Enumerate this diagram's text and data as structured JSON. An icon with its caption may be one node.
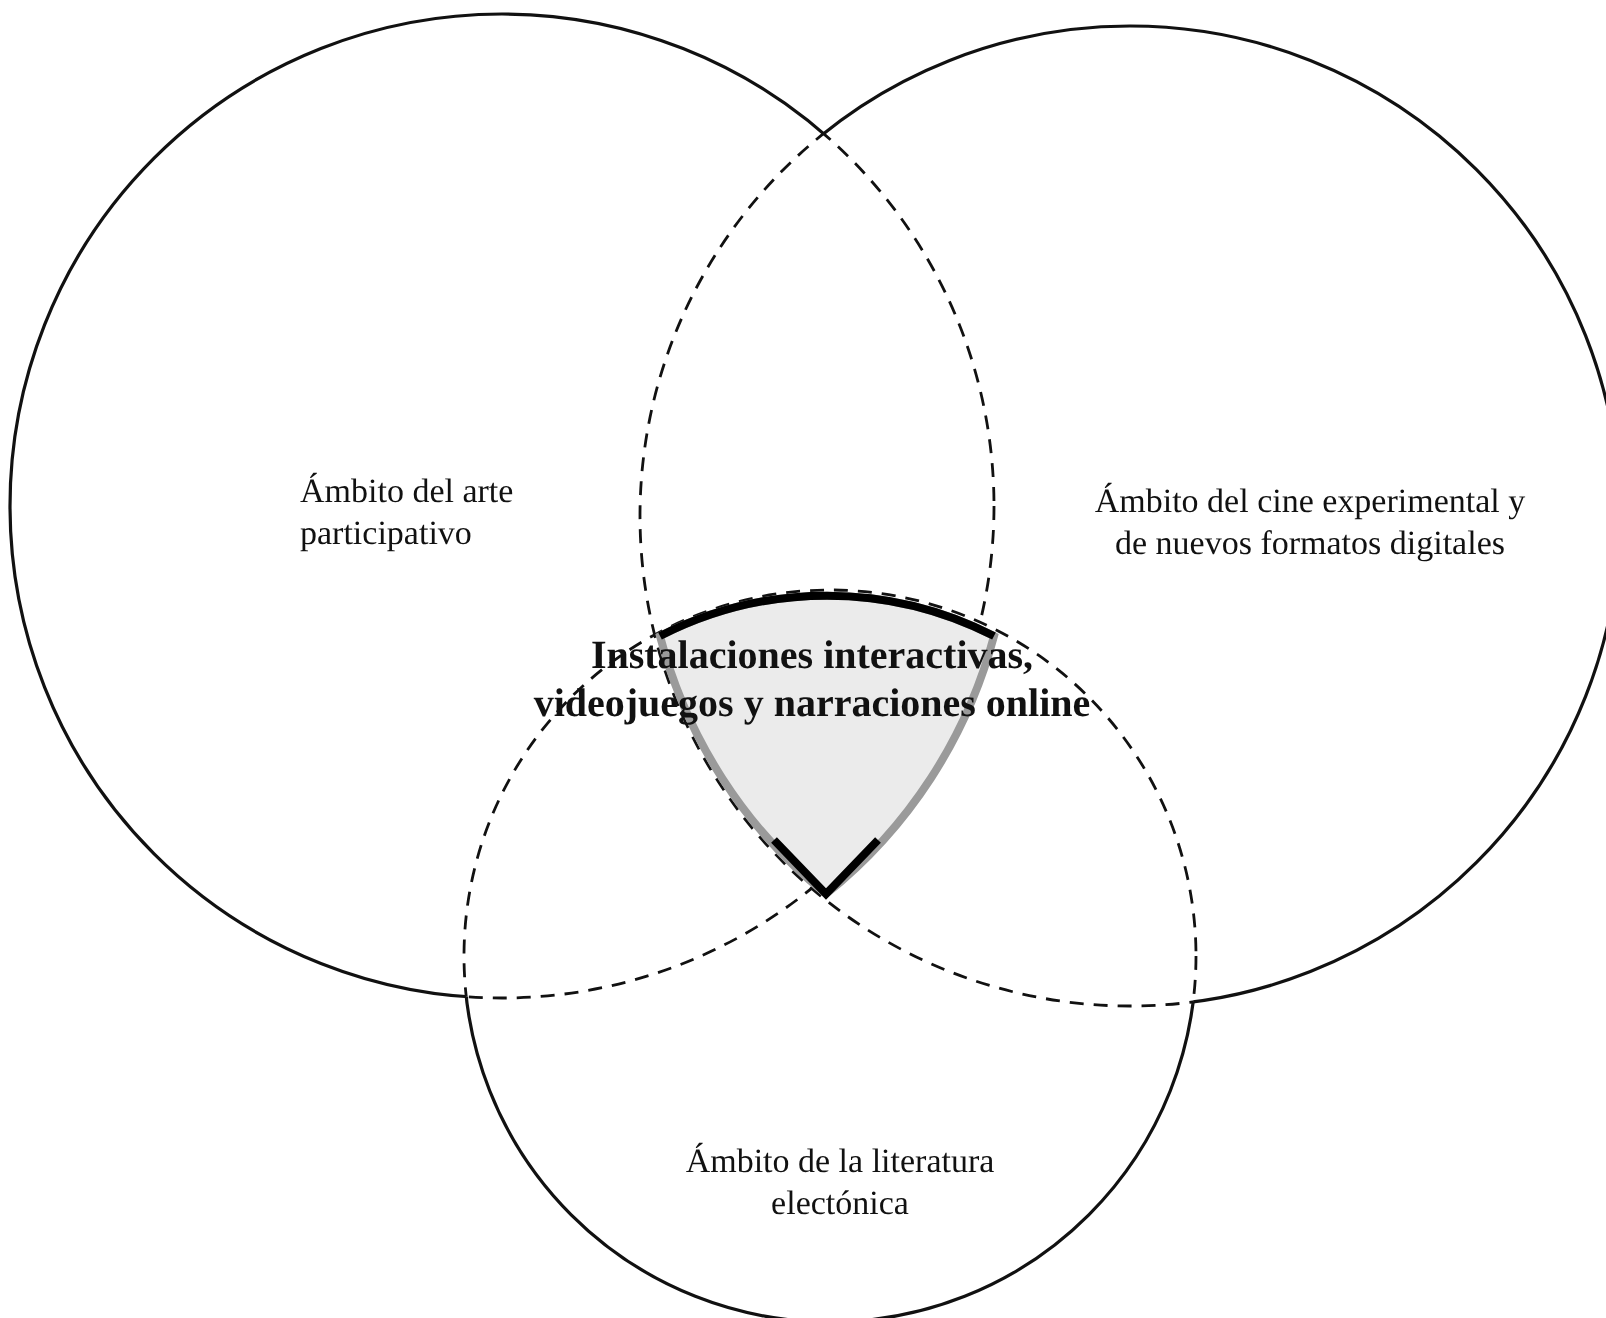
{
  "diagram": {
    "nodes": [
      {
        "text": [
          "Ámbito del arte participativo"
        ]
      },
      {
        "text": [
          "Ámbito del cine experimental y de nuevos formatos digitales"
        ]
      },
      {
        "text": [
          "Ámbito de la literatura electónica"
        ]
      },
      {
        "text": [
          "Instalaciones interactivas, videojuegos y narraciones online"
        ]
      }
    ]
  }
}
